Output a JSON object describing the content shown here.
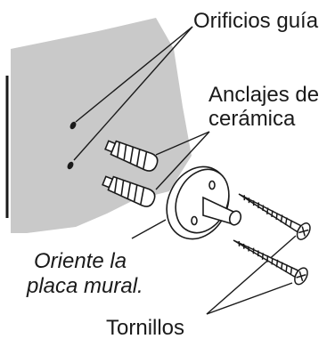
{
  "callouts": {
    "pilot_holes": "Orificios guía",
    "anchors_line1": "Anclajes de",
    "anchors_line2": "cerámica",
    "orient_line1": "Oriente la",
    "orient_line2": "placa mural.",
    "screws": "Tornillos"
  },
  "colors": {
    "wall_fill": "#c9c9c9",
    "ink": "#1a1a1a",
    "part_fill": "#ffffff"
  }
}
